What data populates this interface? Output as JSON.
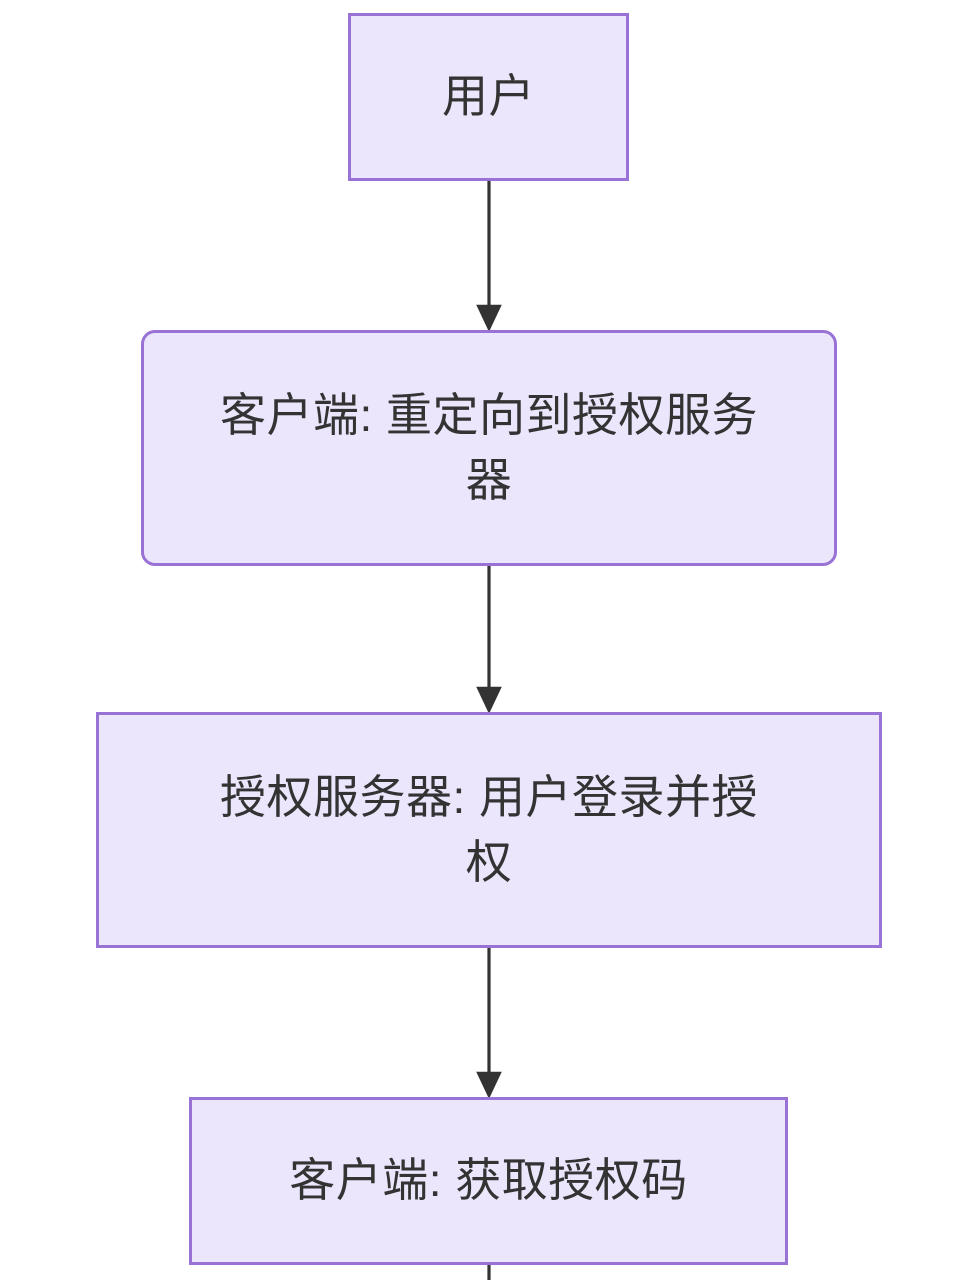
{
  "diagram": {
    "type": "flowchart",
    "direction": "top-to-bottom",
    "background_color": "#ffffff",
    "node_fill_color": "#ebe6fc",
    "node_border_color": "#9872d4",
    "node_text_color": "#333333",
    "edge_color": "#333333",
    "nodes": [
      {
        "id": "user",
        "label": "用户",
        "shape": "rectangle"
      },
      {
        "id": "redirect",
        "label": "客户端: 重定向到授权服务器",
        "shape": "rounded-rectangle"
      },
      {
        "id": "authorize",
        "label": "授权服务器: 用户登录并授权",
        "shape": "rectangle"
      },
      {
        "id": "getcode",
        "label": "客户端: 获取授权码",
        "shape": "rectangle"
      }
    ],
    "edges": [
      {
        "id": "edge-user-redirect",
        "from": "user",
        "to": "redirect",
        "label": "",
        "arrow": "triangle"
      },
      {
        "id": "edge-redirect-authorize",
        "from": "redirect",
        "to": "authorize",
        "label": "",
        "arrow": "triangle"
      },
      {
        "id": "edge-authorize-getcode",
        "from": "authorize",
        "to": "getcode",
        "label": "",
        "arrow": "triangle"
      },
      {
        "id": "edge-getcode-next",
        "from": "getcode",
        "to": "",
        "label": "",
        "arrow": "none"
      }
    ]
  }
}
